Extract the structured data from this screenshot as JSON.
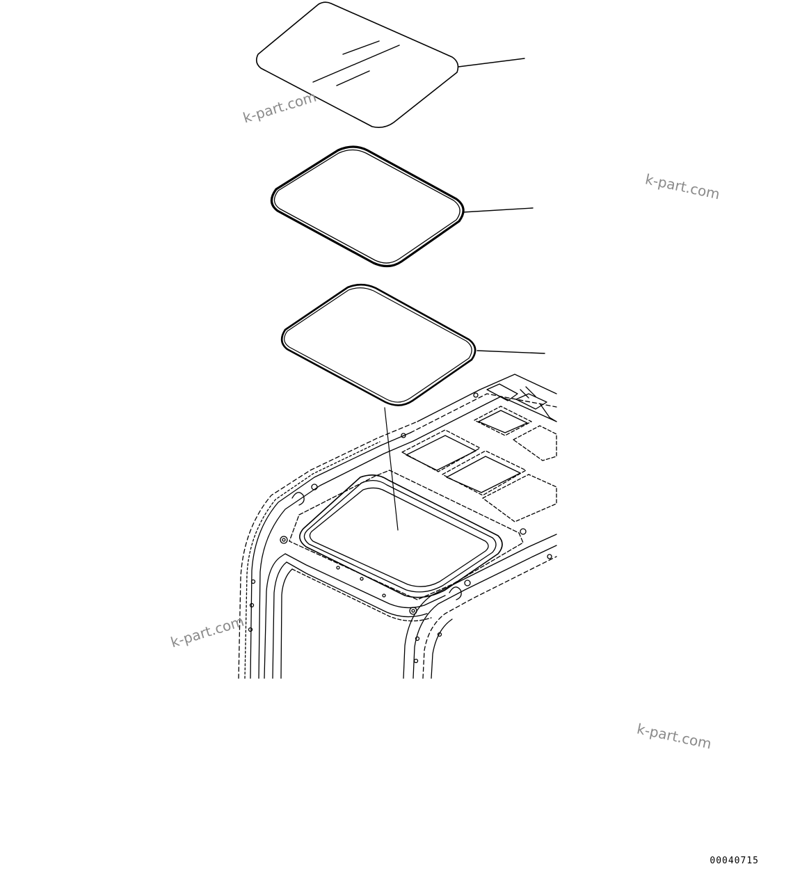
{
  "watermarks": [
    "k-part.com",
    "k-part.com",
    "k-part.com",
    "k-part.com"
  ],
  "drawing_number": "00040715",
  "parts": [
    "glass-panel",
    "seal-gasket-thick",
    "seal-gasket-thin",
    "cab-roof-frame"
  ]
}
